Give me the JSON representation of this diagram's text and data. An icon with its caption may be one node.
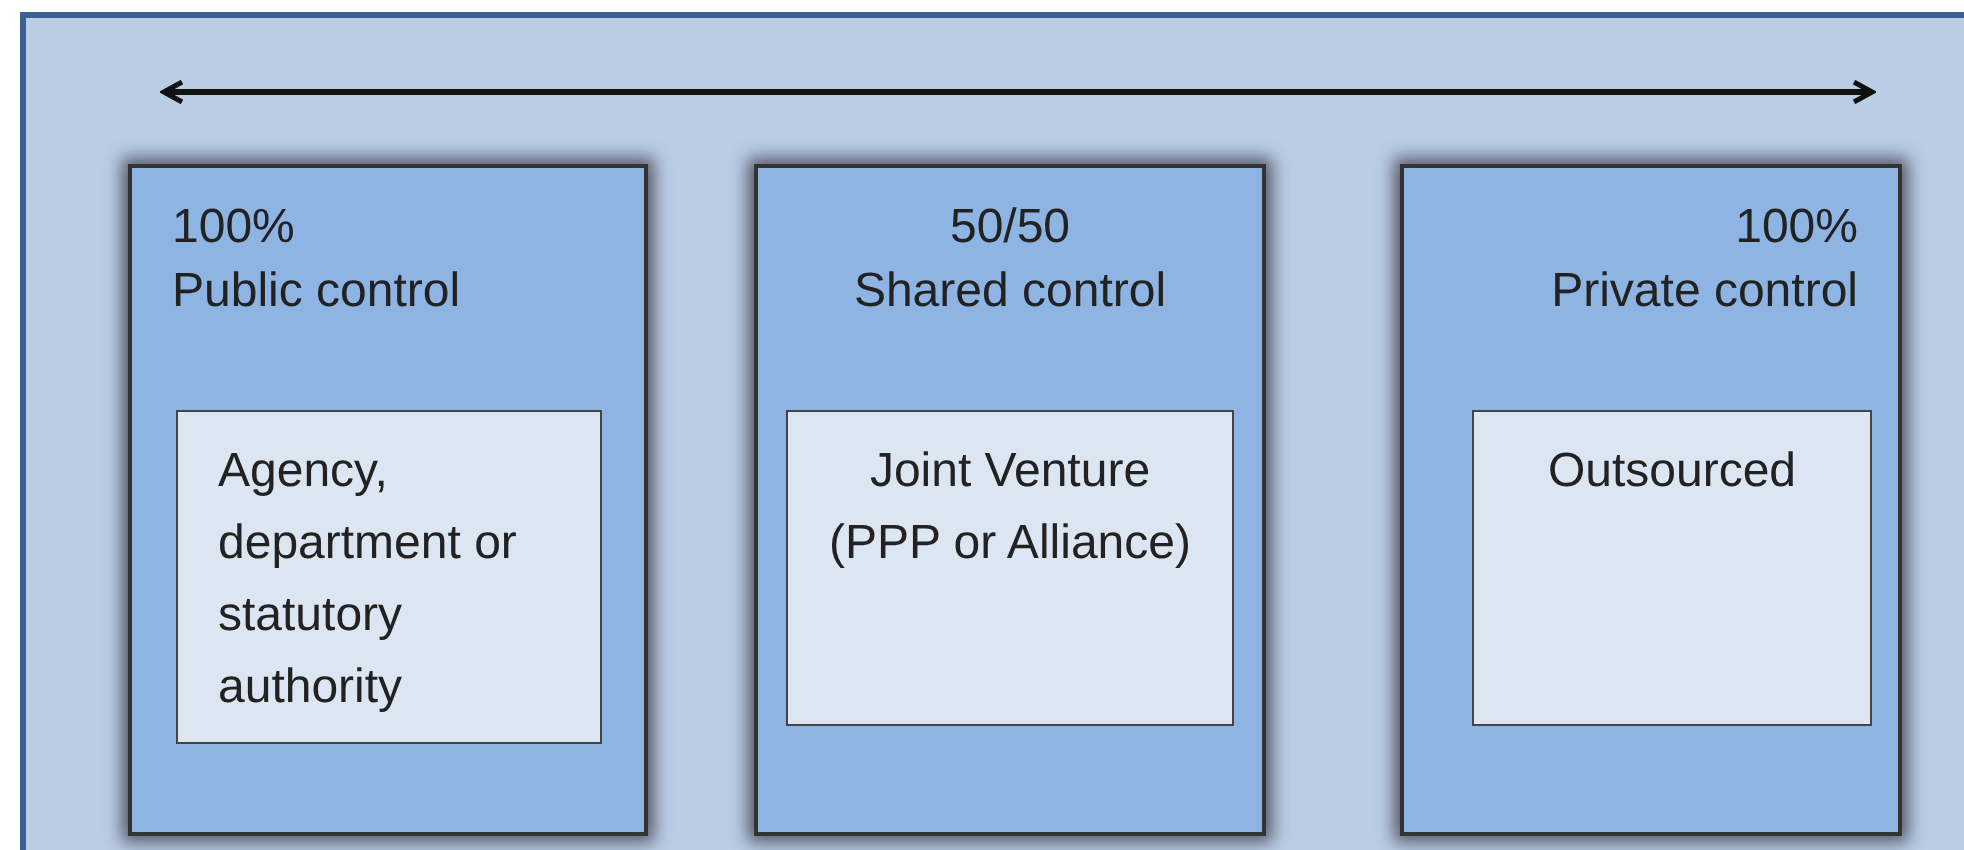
{
  "diagram": {
    "nodes": [
      {
        "text": [
          "100% Public control"
        ]
      },
      {
        "text": [
          "Agency, department or statutory authority"
        ],
        "in": 0
      },
      {
        "text": [
          "50/50 Shared control"
        ]
      },
      {
        "text": [
          "Joint Venture (PPP or Alliance)"
        ],
        "in": 2
      },
      {
        "text": [
          "100% Private control"
        ]
      },
      {
        "text": [
          "Outsourced"
        ],
        "in": 4
      }
    ],
    "edges": []
  }
}
